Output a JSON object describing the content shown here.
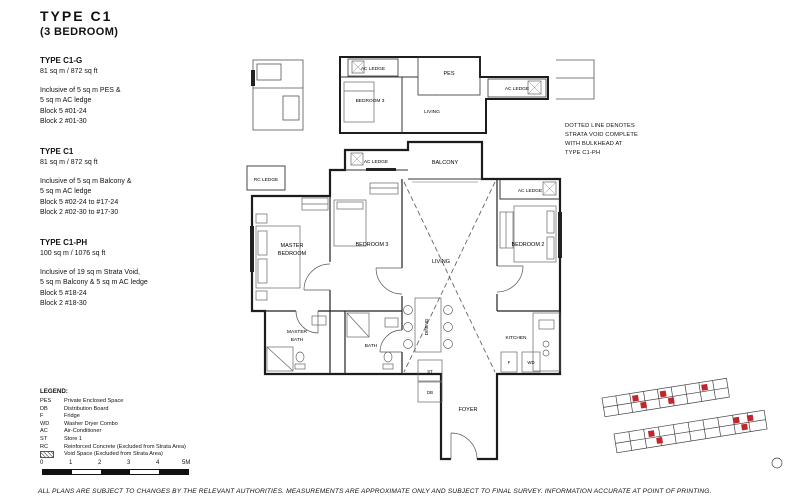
{
  "header": {
    "title": "TYPE C1",
    "subtitle": "(3 BEDROOM)"
  },
  "variants": [
    {
      "name": "TYPE C1-G",
      "area": "81 sq m / 872 sq ft",
      "description": "Inclusive of 5 sq m PES &\n5 sq m AC ledge",
      "block_lines": [
        "Block 5 #01-24",
        "Block 2 #01-30"
      ]
    },
    {
      "name": "TYPE C1",
      "area": "81 sq m / 872 sq ft",
      "description": "Inclusive of 5 sq m Balcony &\n5 sq m AC ledge",
      "block_lines": [
        "Block 5 #02-24 to #17-24",
        "Block 2 #02-30 to #17-30"
      ]
    },
    {
      "name": "TYPE C1-PH",
      "area": "100 sq m / 1076 sq ft",
      "description": "Inclusive of 19 sq m Strata Void,\n5 sq m Balcony & 5 sq m AC ledge",
      "block_lines": [
        "Block 5 #18-24",
        "Block 2 #18-30"
      ]
    }
  ],
  "strata_note": "DOTTED LINE DENOTES\nSTRATA VOID COMPLETE\nWITH BULKHEAD AT\nTYPE C1-PH",
  "plan": {
    "upper": {
      "ac_ledge_left": "AC LEDGE",
      "pes": "PES",
      "bedroom3": "BEDROOM 3",
      "living": "LIVING",
      "ac_ledge_right": "AC LEDGE"
    },
    "main": {
      "ac_ledge_top": "AC LEDGE",
      "balcony": "BALCONY",
      "ac_ledge_right": "AC LEDGE",
      "rc_ledge": "RC LEDGE",
      "master_bedroom": [
        "MASTER",
        "BEDROOM"
      ],
      "bedroom3": "BEDROOM 3",
      "living": "LIVING",
      "bedroom2": "BEDROOM 2",
      "master_bath": [
        "MASTER",
        "BATH"
      ],
      "bath": "BATH",
      "dining": "DINING",
      "kitchen": "KITCHEN",
      "foyer": "FOYER",
      "store": "ST",
      "db": "DB",
      "wd": "WD",
      "fridge": "F"
    }
  },
  "legend": {
    "title": "LEGEND:",
    "entries": [
      {
        "key": "PES",
        "value": "Private Enclosed Space"
      },
      {
        "key": "DB",
        "value": "Distribution Board"
      },
      {
        "key": "F",
        "value": "Fridge"
      },
      {
        "key": "WD",
        "value": "Washer Dryer Combo"
      },
      {
        "key": "AC",
        "value": "Air-Conditioner"
      },
      {
        "key": "ST",
        "value": "Store 1"
      },
      {
        "key": "RC",
        "value": "Reinforced Concrete (Excluded from Strata Area)"
      },
      {
        "key": "",
        "value": "Void Space (Excluded from Strata Area)"
      }
    ]
  },
  "scale_bar": {
    "ticks": [
      "0",
      "1",
      "2",
      "3",
      "4",
      "5M"
    ]
  },
  "disclaimer": "ALL PLANS ARE SUBJECT TO CHANGES BY THE RELEVANT AUTHORITIES. MEASUREMENTS ARE APPROXIMATE ONLY AND SUBJECT TO FINAL SURVEY. INFORMATION ACCURATE AT POINT OF PRINTING.",
  "colors": {
    "accent_red": "#c0272d",
    "wall": "#1c1c1c"
  }
}
